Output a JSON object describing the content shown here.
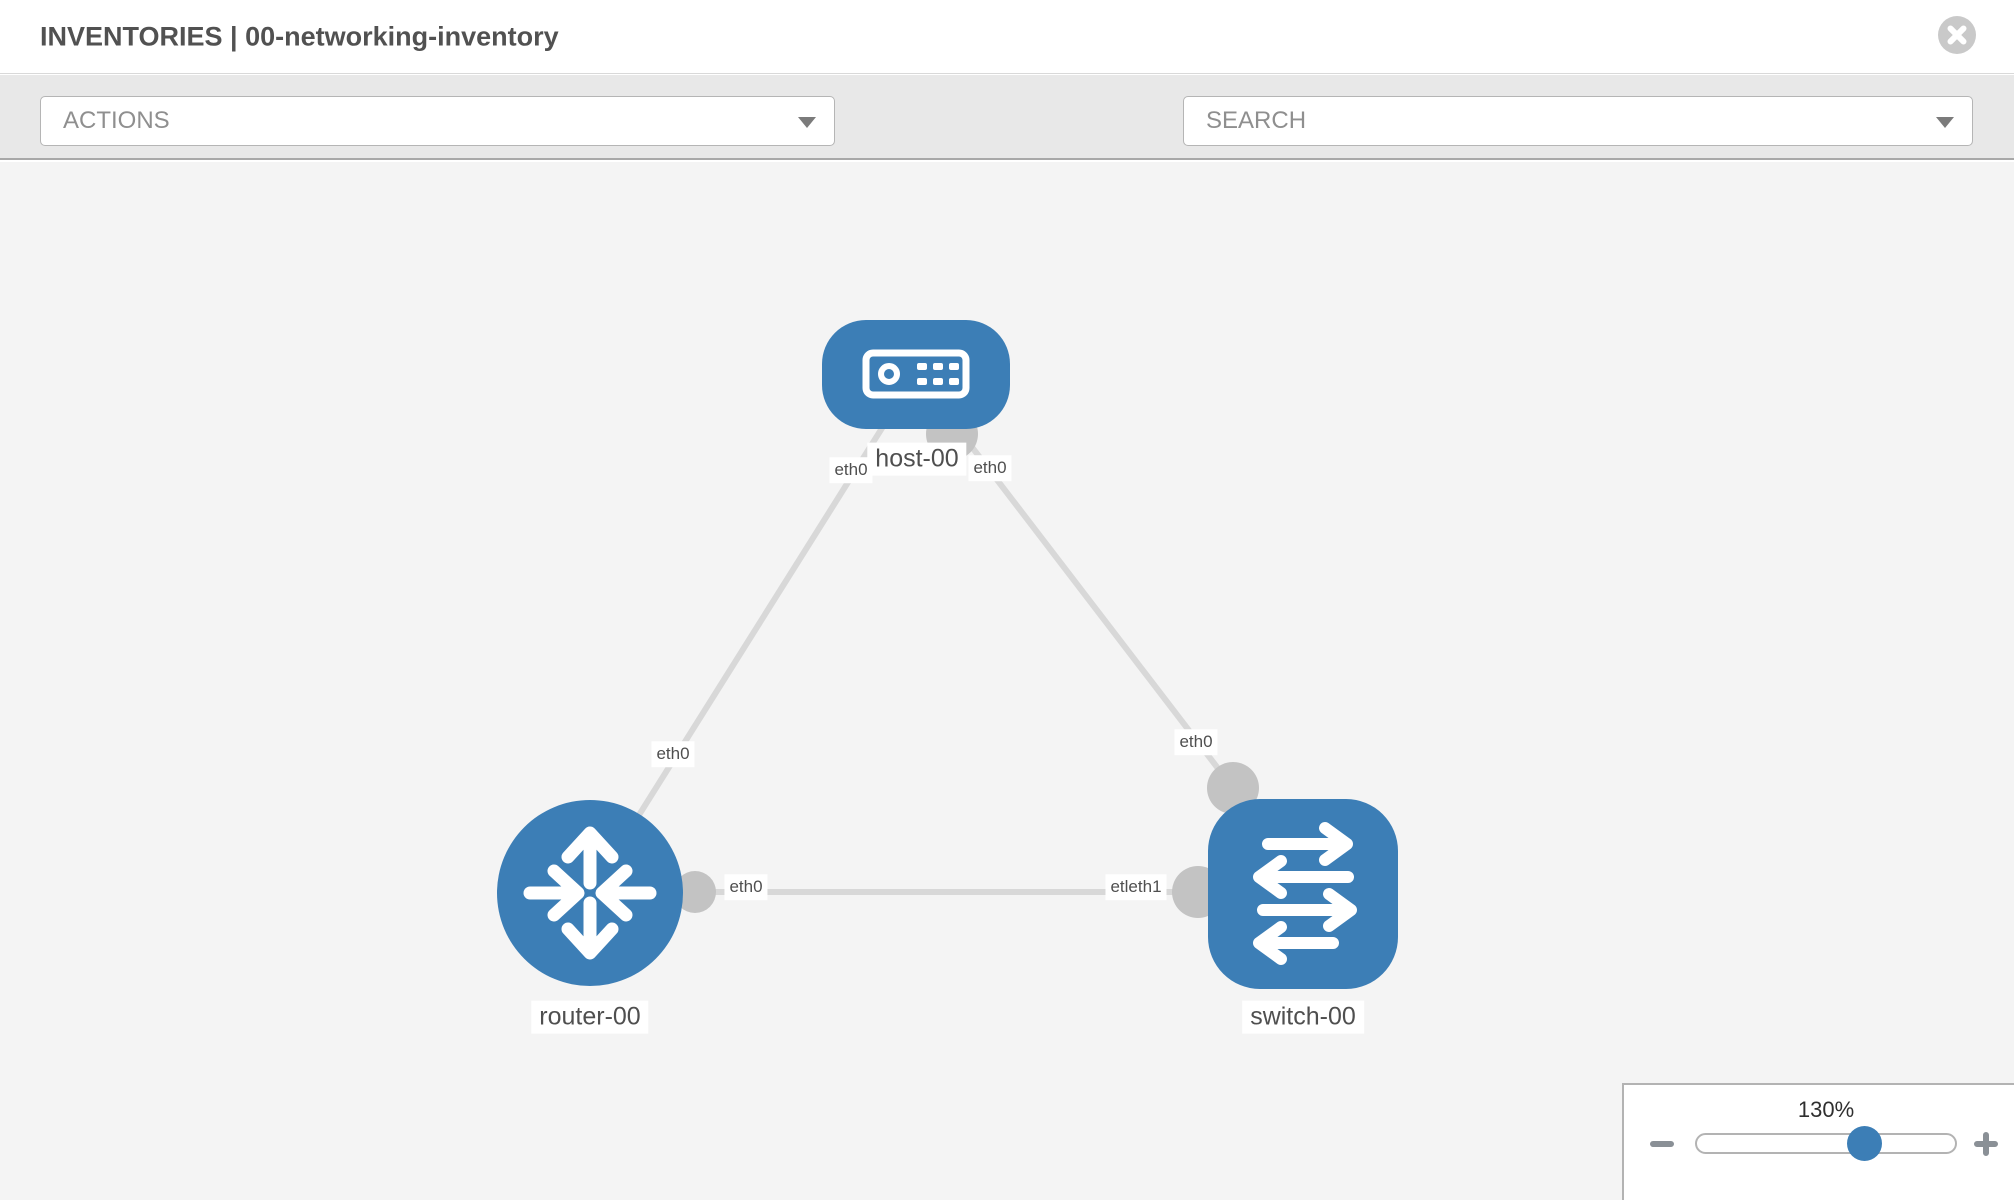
{
  "header": {
    "title": "INVENTORIES | 00-networking-inventory"
  },
  "toolbar": {
    "actions_placeholder": "ACTIONS",
    "search_placeholder": "SEARCH"
  },
  "icons": {
    "close": "close-icon",
    "wrench": "wrench-icon",
    "key": "key-icon",
    "caret": "chevron-down-icon",
    "zoom_out": "minus-icon",
    "zoom_in": "plus-icon",
    "host": "host-device-icon",
    "router": "router-arrows-icon",
    "switch": "switch-arrows-icon"
  },
  "colors": {
    "node_blue": "#3c7eb6",
    "link_gray": "#d8d8d8",
    "connector_gray": "#c3c3c3",
    "canvas_bg": "#f4f4f4",
    "toolbar_bg": "#e8e8e8",
    "label_text": "#4f4f4f"
  },
  "topology": {
    "nodes": [
      {
        "id": "host-00",
        "type": "host",
        "label": "host-00"
      },
      {
        "id": "router-00",
        "type": "router",
        "label": "router-00"
      },
      {
        "id": "switch-00",
        "type": "switch",
        "label": "switch-00"
      }
    ],
    "links": [
      {
        "from": "host-00",
        "to": "router-00",
        "from_interface": "eth0",
        "to_interface": "eth0"
      },
      {
        "from": "host-00",
        "to": "switch-00",
        "from_interface": "eth0",
        "to_interface": "eth0"
      },
      {
        "from": "router-00",
        "to": "switch-00",
        "from_interface": "eth0",
        "to_interface_label": "etleth1"
      }
    ]
  },
  "zoom_control": {
    "level": "130%"
  }
}
